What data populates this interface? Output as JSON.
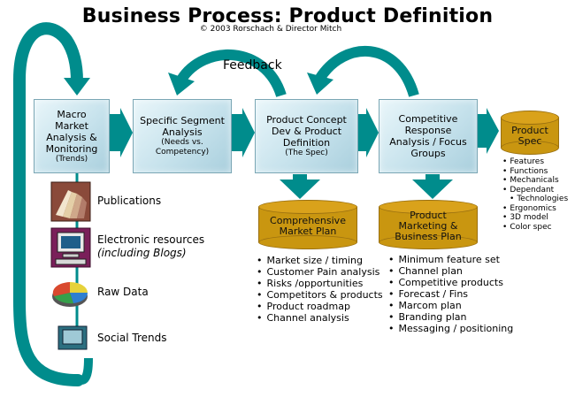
{
  "title": "Business Process: Product Definition",
  "copyright": "© 2003 Rorschach & Director Mitch",
  "feedback": "Feedback",
  "stages": [
    {
      "lines": [
        "Macro",
        "Market",
        "Analysis &",
        "Monitoring"
      ],
      "sub": "(Trends)"
    },
    {
      "lines": [
        "Specific Segment",
        "Analysis"
      ],
      "sub": "(Needs vs. Competency)"
    },
    {
      "lines": [
        "Product Concept",
        "Dev & Product",
        "Definition"
      ],
      "sub": "(The Spec)"
    },
    {
      "lines": [
        "Competitive",
        "Response",
        "Analysis / Focus",
        "Groups"
      ],
      "sub": ""
    }
  ],
  "outputs": {
    "product_spec": {
      "label": [
        "Product",
        "Spec"
      ],
      "items": [
        "Features",
        "Functions",
        "Mechanicals",
        "Dependant",
        "Technologies",
        "Ergonomics",
        "3D model",
        "Color spec"
      ]
    },
    "market_plan": {
      "label": [
        "Comprehensive",
        "Market Plan"
      ],
      "items": [
        "Market size / timing",
        "Customer Pain analysis",
        "Risks /opportunities",
        "Competitors & products",
        "Product roadmap",
        "Channel analysis"
      ]
    },
    "marketing_plan": {
      "label": [
        "Product",
        "Marketing &",
        "Business Plan"
      ],
      "items": [
        "Minimum feature set",
        "Channel plan",
        "Competitive products",
        "Forecast / Fins",
        "Marcom plan",
        "Branding plan",
        "Messaging / positioning"
      ]
    }
  },
  "resources": {
    "publications": "Publications",
    "electronic_line1": "Electronic resources",
    "electronic_line2": "(including Blogs)",
    "raw_data": "Raw Data",
    "social_trends": "Social Trends"
  },
  "colors": {
    "teal": "#008c8c",
    "box": "#c6e2ec",
    "cylinder": "#c99610"
  }
}
